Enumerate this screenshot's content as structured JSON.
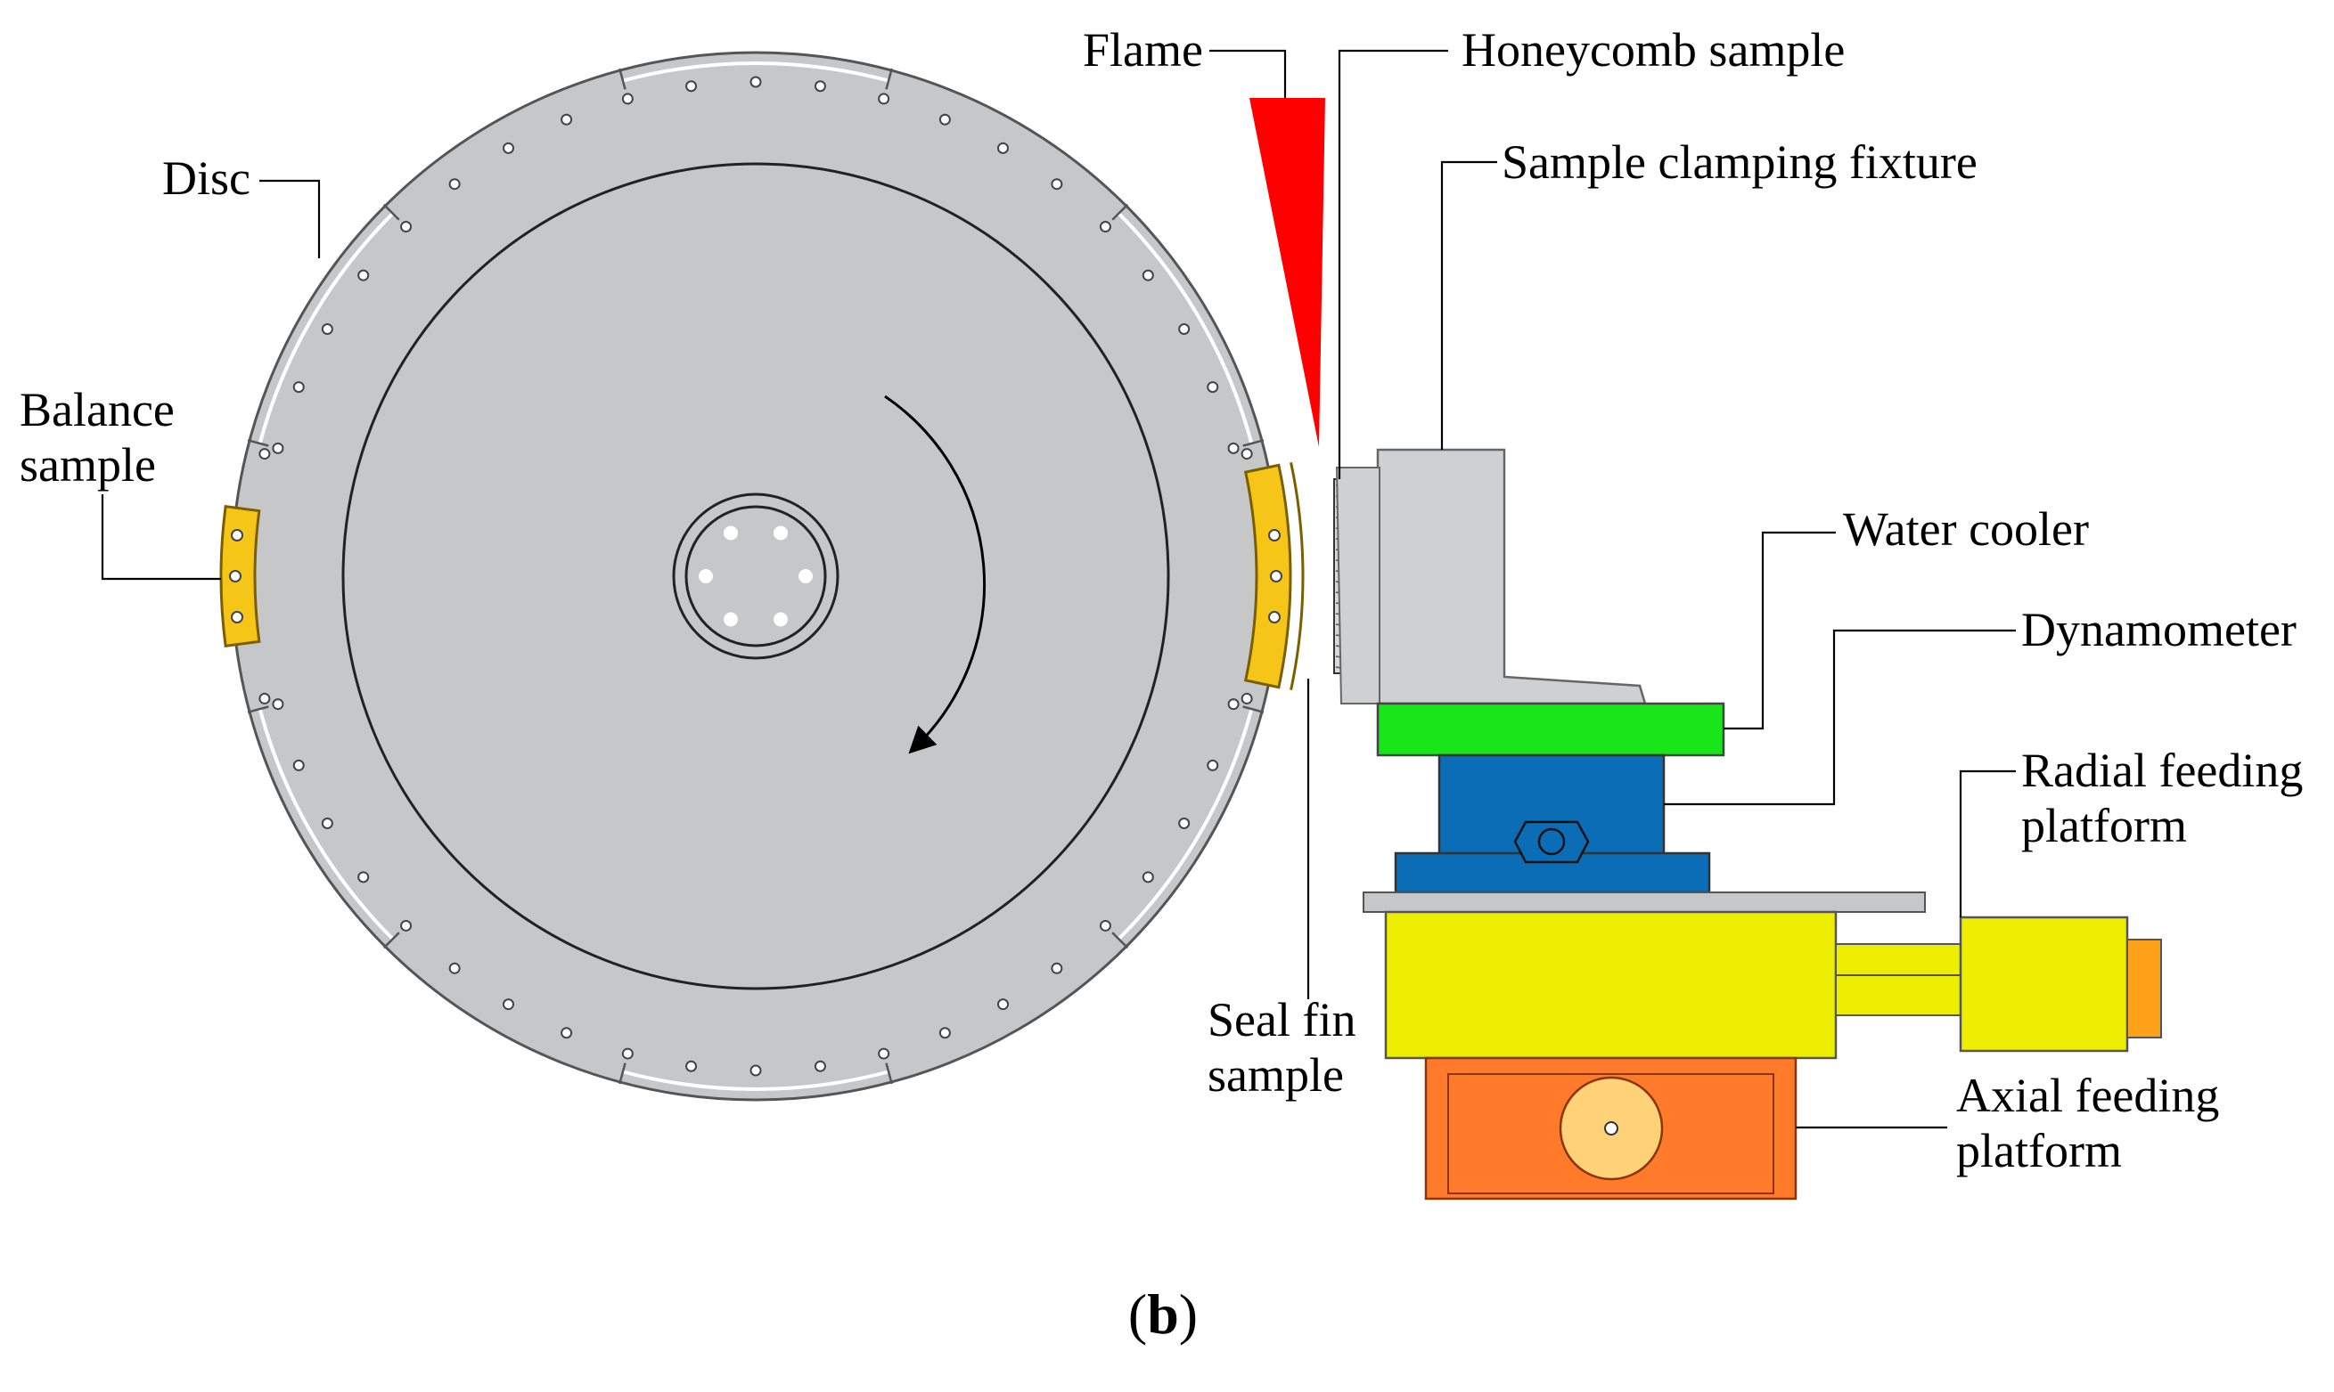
{
  "labels": {
    "flame": "Flame",
    "honeycomb_sample": "Honeycomb sample",
    "sample_clamping_fixture": "Sample clamping fixture",
    "disc": "Disc",
    "balance_sample_line1": "Balance",
    "balance_sample_line2": "sample",
    "water_cooler": "Water cooler",
    "dynamometer": "Dynamometer",
    "radial_feeding_platform_line1": "Radial feeding",
    "radial_feeding_platform_line2": "platform",
    "seal_fin_sample_line1": "Seal fin",
    "seal_fin_sample_line2": "sample",
    "axial_feeding_platform_line1": "Axial feeding",
    "axial_feeding_platform_line2": "platform"
  },
  "caption": {
    "open": "(",
    "letter": "b",
    "close": ")"
  },
  "colors": {
    "disc": "#c6c7c9",
    "flame": "#ff0000",
    "sample": "#f5c518",
    "fixture": "#cfd0d2",
    "water_cooler": "#19e619",
    "dynamometer": "#0a6db5",
    "radial_platform": "#eded00",
    "axial_platform": "#ff7a2a",
    "knob": "#ffc240",
    "handwheel": "#ffd27a"
  }
}
